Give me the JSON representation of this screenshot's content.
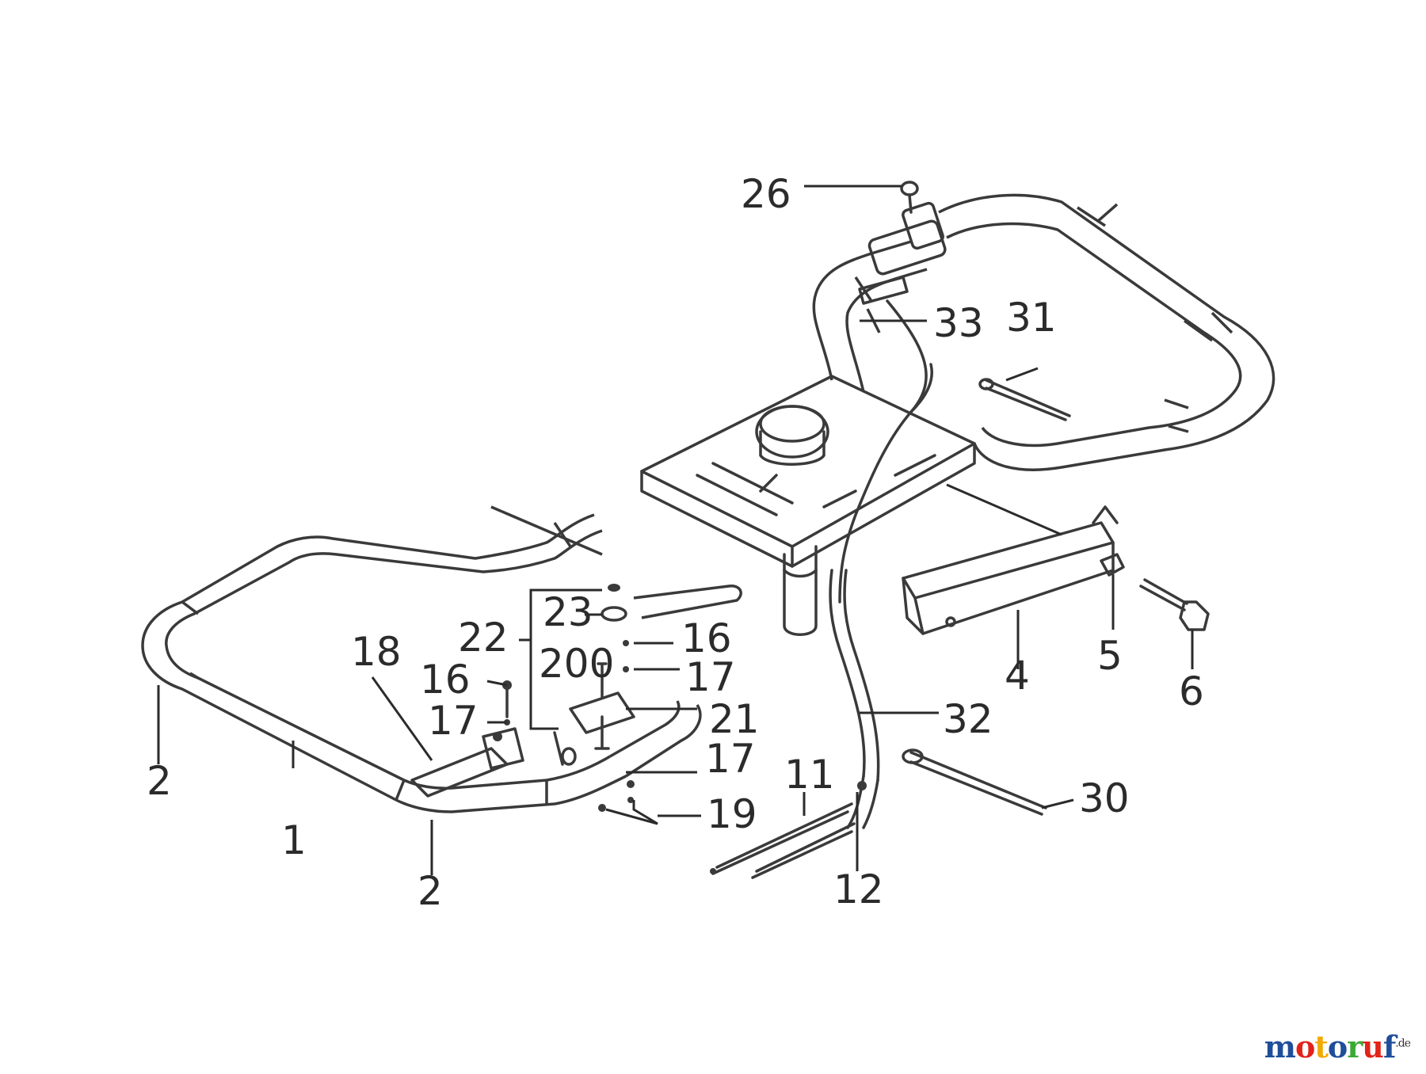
{
  "labels": {
    "l1": "1",
    "l2a": "2",
    "l2b": "2",
    "l4": "4",
    "l5": "5",
    "l6": "6",
    "l11": "11",
    "l12": "12",
    "l16a": "16",
    "l16b": "16",
    "l17a": "17",
    "l17b": "17",
    "l17c": "17",
    "l18": "18",
    "l19": "19",
    "l20": "200",
    "l21": "21",
    "l22": "22",
    "l23": "23",
    "l26": "26",
    "l30": "30",
    "l31": "31",
    "l32": "32",
    "l33": "33"
  },
  "watermark": {
    "letters": [
      "m",
      "o",
      "t",
      "o",
      "r",
      "u",
      "f"
    ],
    "colors": [
      "#1f4e9a",
      "#e2231a",
      "#f2a900",
      "#1f4e9a",
      "#3aaa35",
      "#e2231a",
      "#1f4e9a"
    ],
    "suffix": ".de"
  }
}
